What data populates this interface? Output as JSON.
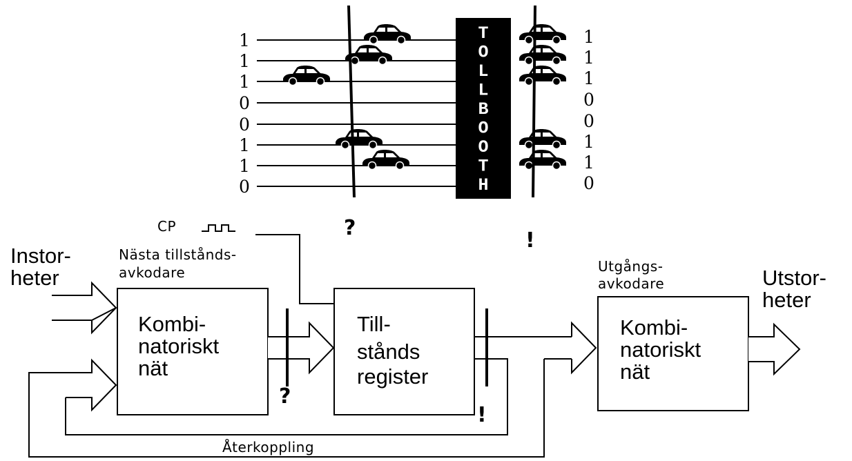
{
  "tollbooth": {
    "booth_text": "TOLLBOOTH",
    "input_bits": [
      "1",
      "1",
      "1",
      "0",
      "0",
      "1",
      "1",
      "0"
    ],
    "output_bits": [
      "1",
      "1",
      "1",
      "0",
      "0",
      "1",
      "1",
      "0"
    ],
    "before_mark": "?",
    "after_mark": "!"
  },
  "circuit": {
    "inputs_label": [
      "Instor-",
      "heter"
    ],
    "outputs_label": [
      "Utstor-",
      "heter"
    ],
    "clock_label": "CP",
    "next_state_label": [
      "Nästa tillstånds-",
      "avkodare"
    ],
    "output_decoder_label": [
      "Utgångs-",
      "avkodare"
    ],
    "comb_block_1": [
      "Kombi-",
      "natoriskt",
      "nät"
    ],
    "state_register": [
      "Till-",
      "stånds",
      "register"
    ],
    "comb_block_2": [
      "Kombi-",
      "natoriskt",
      "nät"
    ],
    "feedback_label": "Återkoppling",
    "before_mark": "?",
    "after_mark": "!"
  }
}
